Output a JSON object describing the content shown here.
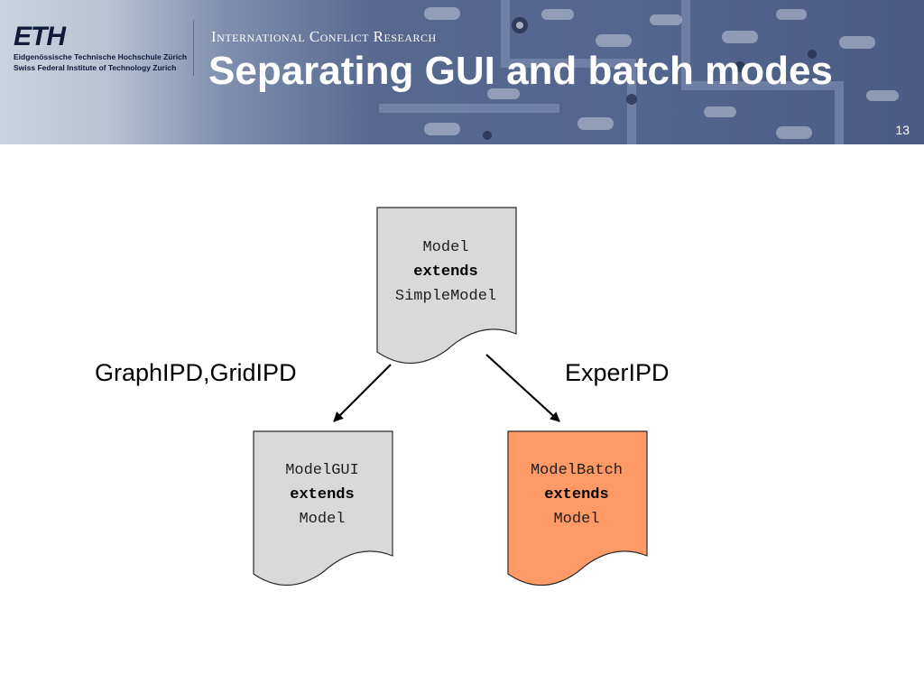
{
  "header": {
    "institution_logo": "ETH",
    "institution_line_1": "Eidgenössische Technische Hochschule Zürich",
    "institution_line_2": "Swiss Federal Institute of Technology Zurich",
    "section": "International Conflict Research",
    "title": "Separating GUI and batch modes",
    "page_number": "13"
  },
  "diagram": {
    "nodes": {
      "model": {
        "line1": "Model",
        "line2": "extends",
        "line3": "SimpleModel",
        "fill": "#d9d9d9"
      },
      "model_gui": {
        "line1": "ModelGUI",
        "line2": "extends",
        "line3": "Model",
        "fill": "#d9d9d9"
      },
      "model_batch": {
        "line1": "ModelBatch",
        "line2": "extends",
        "line3": "Model",
        "fill": "#ff9966"
      }
    },
    "edges": {
      "left_label": "GraphIPD,GridIPD",
      "right_label": "ExperIPD"
    }
  },
  "colors": {
    "header_background": "#53668e",
    "title_text": "#ffffff",
    "document_stroke": "#2b2b2b",
    "arrow": "#000000"
  }
}
